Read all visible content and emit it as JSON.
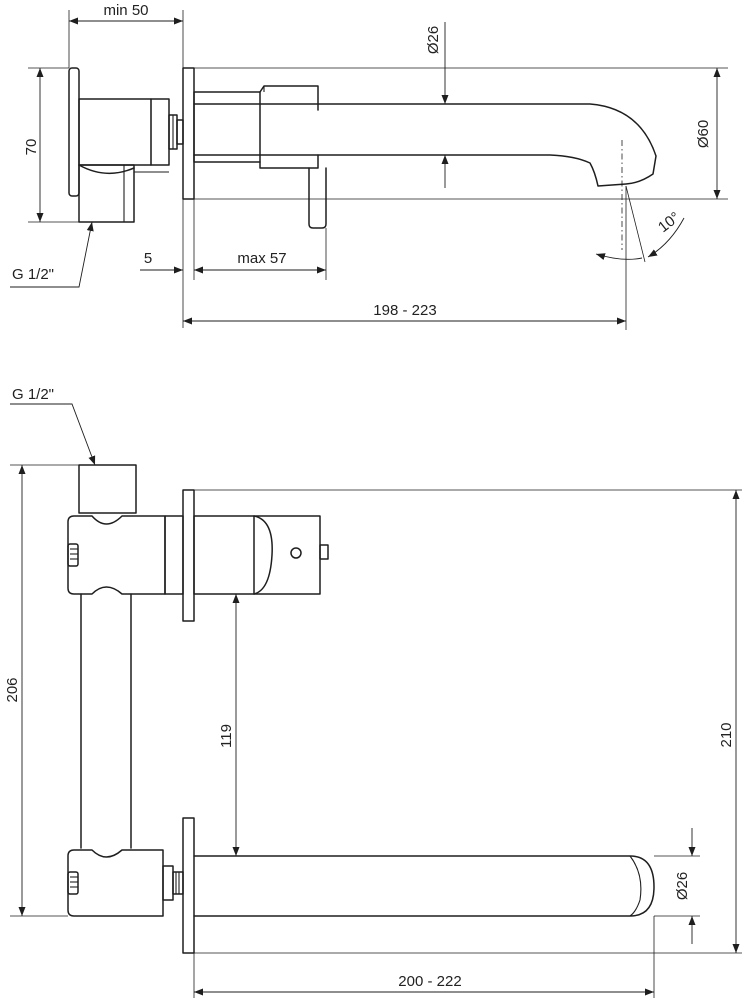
{
  "side_view": {
    "dim_min_width": "min 50",
    "dim_outlet_diameter": "Ø26",
    "dim_spout_height": "Ø60",
    "dim_body_height": "70",
    "dim_connection": "G 1/2\"",
    "dim_plate_thickness": "5",
    "dim_max_depth": "max 57",
    "dim_spout_projection": "198 - 223",
    "dim_angle": "10°"
  },
  "front_view": {
    "dim_connection": "G 1/2\"",
    "dim_total_height": "206",
    "dim_handle_to_spout": "119",
    "dim_overall_height": "210",
    "dim_outlet_diameter": "Ø26",
    "dim_spout_length": "200 - 222"
  }
}
